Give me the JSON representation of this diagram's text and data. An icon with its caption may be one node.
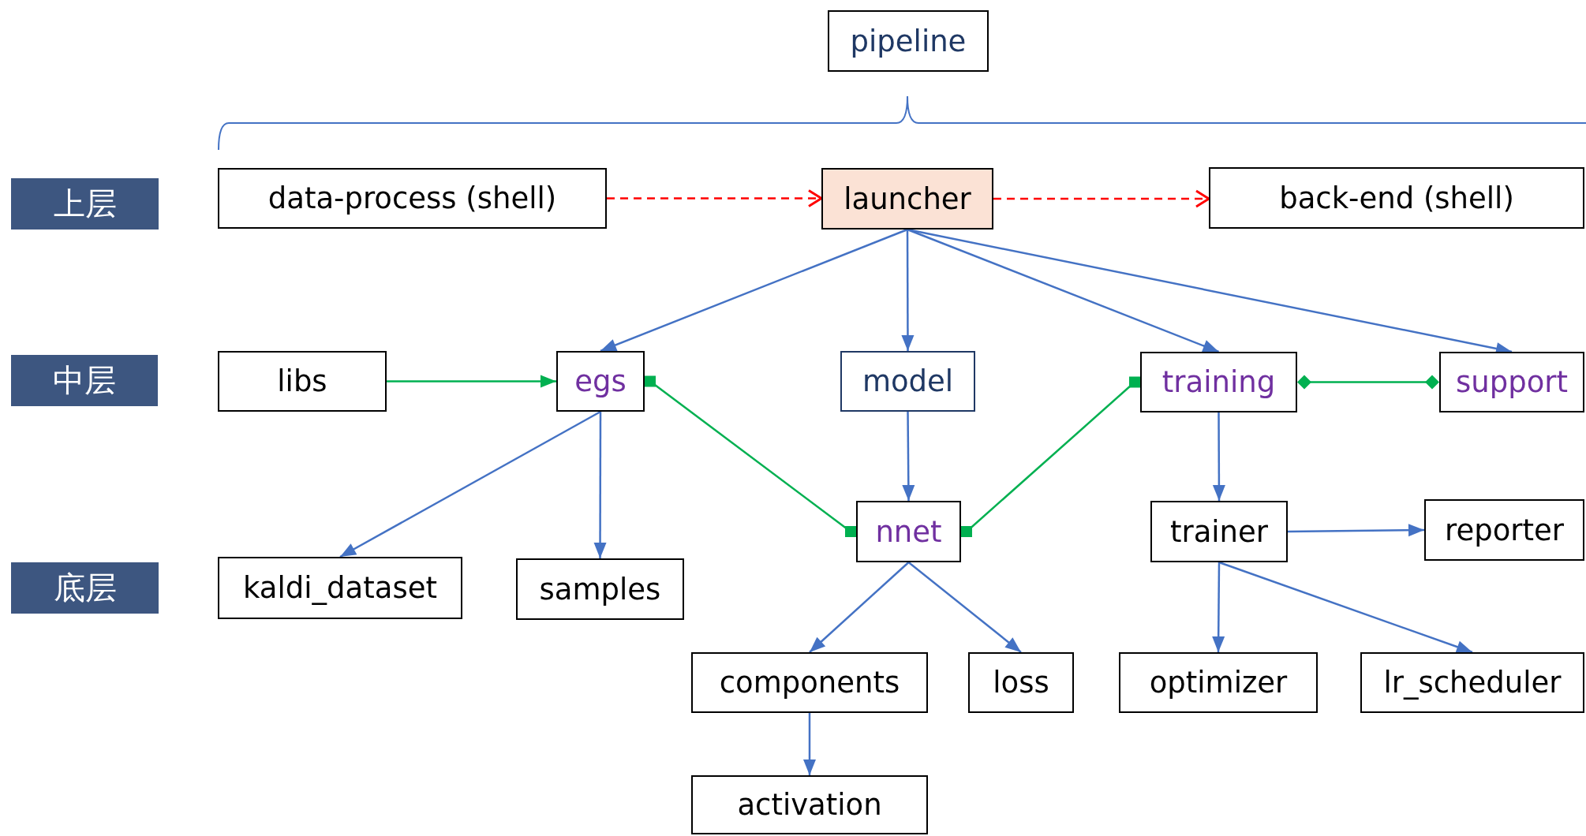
{
  "diagram": {
    "nodes": [
      {
        "text": [
          "上层"
        ]
      },
      {
        "text": [
          "中层"
        ]
      },
      {
        "text": [
          "底层"
        ]
      },
      {
        "text": [
          "pipeline"
        ]
      },
      {
        "text": [
          "data-process (shell)"
        ]
      },
      {
        "text": [
          "launcher"
        ]
      },
      {
        "text": [
          "back-end (shell)"
        ]
      },
      {
        "text": [
          "libs"
        ]
      },
      {
        "text": [
          "egs"
        ]
      },
      {
        "text": [
          "model"
        ]
      },
      {
        "text": [
          "training"
        ]
      },
      {
        "text": [
          "support"
        ]
      },
      {
        "text": [
          "nnet"
        ]
      },
      {
        "text": [
          "trainer"
        ]
      },
      {
        "text": [
          "reporter"
        ]
      },
      {
        "text": [
          "kaldi_dataset"
        ]
      },
      {
        "text": [
          "samples"
        ]
      },
      {
        "text": [
          "components"
        ]
      },
      {
        "text": [
          "loss"
        ]
      },
      {
        "text": [
          "optimizer"
        ]
      },
      {
        "text": [
          "lr_scheduler"
        ]
      },
      {
        "text": [
          "activation"
        ]
      }
    ],
    "edges": [
      {
        "from": 4,
        "to": 5,
        "arrow": "to",
        "style": "dashed",
        "color": "#ff0000"
      },
      {
        "from": 5,
        "to": 6,
        "arrow": "to",
        "style": "dashed",
        "color": "#ff0000"
      },
      {
        "from": 5,
        "to": 8,
        "arrow": "to"
      },
      {
        "from": 5,
        "to": 9,
        "arrow": "to"
      },
      {
        "from": 5,
        "to": 10,
        "arrow": "to"
      },
      {
        "from": 5,
        "to": 11,
        "arrow": "to"
      },
      {
        "from": 7,
        "to": 8,
        "arrow": "to",
        "color": "#00b050"
      },
      {
        "from": 8,
        "to": 12,
        "arrow": "other",
        "color": "#00b050"
      },
      {
        "from": 12,
        "to": 10,
        "arrow": "other",
        "color": "#00b050"
      },
      {
        "from": 10,
        "to": 11,
        "arrow": "other",
        "color": "#00b050"
      },
      {
        "from": 8,
        "to": 15,
        "arrow": "to"
      },
      {
        "from": 8,
        "to": 16,
        "arrow": "to"
      },
      {
        "from": 9,
        "to": 12,
        "arrow": "to"
      },
      {
        "from": 10,
        "to": 13,
        "arrow": "to"
      },
      {
        "from": 13,
        "to": 14,
        "arrow": "to"
      },
      {
        "from": 12,
        "to": 17,
        "arrow": "to"
      },
      {
        "from": 12,
        "to": 18,
        "arrow": "to"
      },
      {
        "from": 13,
        "to": 19,
        "arrow": "to"
      },
      {
        "from": 13,
        "to": 20,
        "arrow": "to"
      },
      {
        "from": 17,
        "to": 21,
        "arrow": "to"
      }
    ]
  }
}
